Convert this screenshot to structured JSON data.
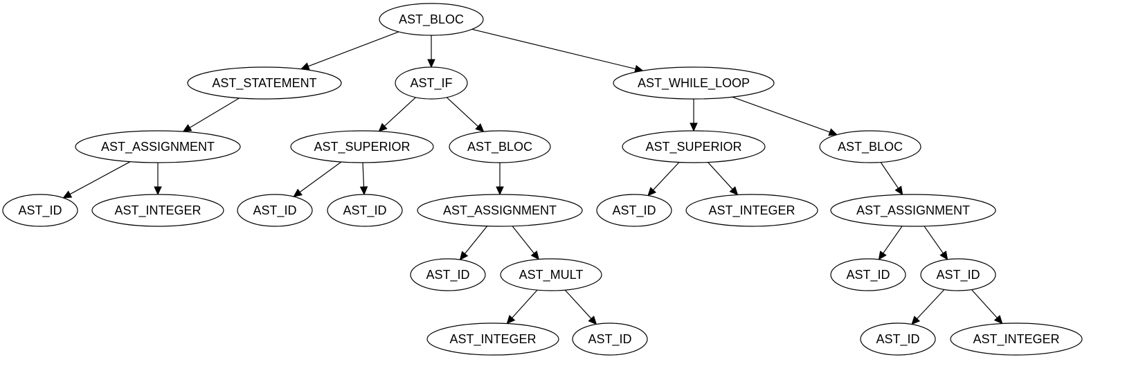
{
  "diagram": {
    "nodes": [
      {
        "id": "n1",
        "label": "AST_BLOC"
      },
      {
        "id": "n2",
        "label": "AST_STATEMENT"
      },
      {
        "id": "n3",
        "label": "AST_IF"
      },
      {
        "id": "n4",
        "label": "AST_WHILE_LOOP"
      },
      {
        "id": "n5",
        "label": "AST_ASSIGNMENT"
      },
      {
        "id": "n6",
        "label": "AST_SUPERIOR"
      },
      {
        "id": "n7",
        "label": "AST_BLOC"
      },
      {
        "id": "n8",
        "label": "AST_SUPERIOR"
      },
      {
        "id": "n9",
        "label": "AST_BLOC"
      },
      {
        "id": "n10",
        "label": "AST_ID"
      },
      {
        "id": "n11",
        "label": "AST_INTEGER"
      },
      {
        "id": "n12",
        "label": "AST_ID"
      },
      {
        "id": "n13",
        "label": "AST_ID"
      },
      {
        "id": "n14",
        "label": "AST_ASSIGNMENT"
      },
      {
        "id": "n15",
        "label": "AST_ID"
      },
      {
        "id": "n16",
        "label": "AST_INTEGER"
      },
      {
        "id": "n17",
        "label": "AST_ASSIGNMENT"
      },
      {
        "id": "n18",
        "label": "AST_ID"
      },
      {
        "id": "n19",
        "label": "AST_MULT"
      },
      {
        "id": "n20",
        "label": "AST_ID"
      },
      {
        "id": "n21",
        "label": "AST_ID"
      },
      {
        "id": "n22",
        "label": "AST_INTEGER"
      },
      {
        "id": "n23",
        "label": "AST_ID"
      },
      {
        "id": "n24",
        "label": "AST_ID"
      },
      {
        "id": "n25",
        "label": "AST_INTEGER"
      }
    ],
    "edges": [
      {
        "from": "n1",
        "to": "n2"
      },
      {
        "from": "n1",
        "to": "n3"
      },
      {
        "from": "n1",
        "to": "n4"
      },
      {
        "from": "n2",
        "to": "n5"
      },
      {
        "from": "n3",
        "to": "n6"
      },
      {
        "from": "n3",
        "to": "n7"
      },
      {
        "from": "n4",
        "to": "n8"
      },
      {
        "from": "n4",
        "to": "n9"
      },
      {
        "from": "n5",
        "to": "n10"
      },
      {
        "from": "n5",
        "to": "n11"
      },
      {
        "from": "n6",
        "to": "n12"
      },
      {
        "from": "n6",
        "to": "n13"
      },
      {
        "from": "n7",
        "to": "n14"
      },
      {
        "from": "n8",
        "to": "n15"
      },
      {
        "from": "n8",
        "to": "n16"
      },
      {
        "from": "n9",
        "to": "n17"
      },
      {
        "from": "n14",
        "to": "n18"
      },
      {
        "from": "n14",
        "to": "n19"
      },
      {
        "from": "n17",
        "to": "n20"
      },
      {
        "from": "n17",
        "to": "n21"
      },
      {
        "from": "n19",
        "to": "n22"
      },
      {
        "from": "n19",
        "to": "n23"
      },
      {
        "from": "n21",
        "to": "n24"
      },
      {
        "from": "n21",
        "to": "n25"
      }
    ]
  }
}
